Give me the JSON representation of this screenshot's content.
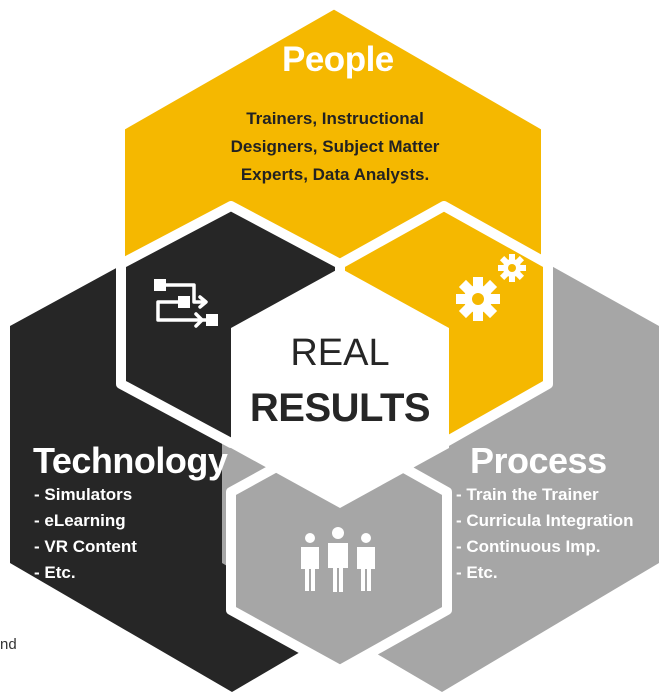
{
  "colors": {
    "people": "#F5B800",
    "technology": "#262626",
    "process": "#A6A6A6",
    "center": "#FFFFFF"
  },
  "people": {
    "title": "People",
    "description": [
      "Trainers, Instructional",
      "Designers, Subject Matter",
      "Experts, Data Analysts."
    ]
  },
  "technology": {
    "title": "Technology",
    "items": [
      "- Simulators",
      "- eLearning",
      "- VR Content",
      "- Etc."
    ]
  },
  "process": {
    "title": "Process",
    "items": [
      "- Train the Trainer",
      "- Curricula Integration",
      "- Continuous Imp.",
      "- Etc."
    ]
  },
  "center": {
    "line1": "REAL",
    "line2": "RESULTS"
  },
  "icons": [
    "workflow-icon",
    "gears-icon",
    "people-group-icon"
  ],
  "fragment_text": "nd"
}
